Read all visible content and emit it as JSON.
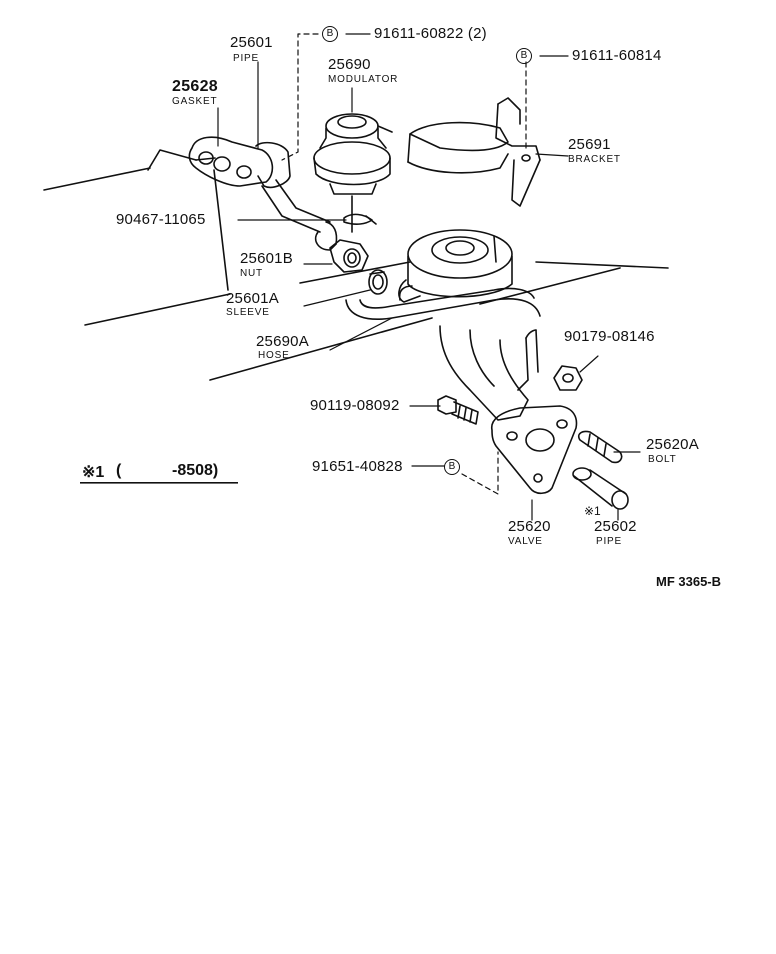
{
  "diagram": {
    "reference": "MF 3365-B",
    "footnote": {
      "marker": "※1",
      "paren_open": "(",
      "range": "-8508)"
    },
    "bolt_symbol": "B",
    "parts": [
      {
        "id": "p25601",
        "number": "25601",
        "name": "PIPE"
      },
      {
        "id": "p25628",
        "number": "25628",
        "name": "GASKET"
      },
      {
        "id": "p25690",
        "number": "25690",
        "name": "MODULATOR"
      },
      {
        "id": "p25691",
        "number": "25691",
        "name": "BRACKET"
      },
      {
        "id": "p25601B",
        "number": "25601B",
        "name": "NUT"
      },
      {
        "id": "p25601A",
        "number": "25601A",
        "name": "SLEEVE"
      },
      {
        "id": "p25690A",
        "number": "25690A",
        "name": "HOSE"
      },
      {
        "id": "p25620A",
        "number": "25620A",
        "name": "BOLT"
      },
      {
        "id": "p25620",
        "number": "25620",
        "name": "VALVE"
      },
      {
        "id": "p25602",
        "number": "25602",
        "name": "PIPE",
        "marker": "※1"
      }
    ],
    "fasteners": [
      {
        "id": "f1",
        "code": "91611-60822 (2)",
        "bolt": true
      },
      {
        "id": "f2",
        "code": "91611-60814",
        "bolt": true
      },
      {
        "id": "f3",
        "code": "90467-11065",
        "bolt": false
      },
      {
        "id": "f4",
        "code": "90179-08146",
        "bolt": false
      },
      {
        "id": "f5",
        "code": "90119-08092",
        "bolt": false
      },
      {
        "id": "f6",
        "code": "91651-40828",
        "bolt": true
      }
    ]
  }
}
